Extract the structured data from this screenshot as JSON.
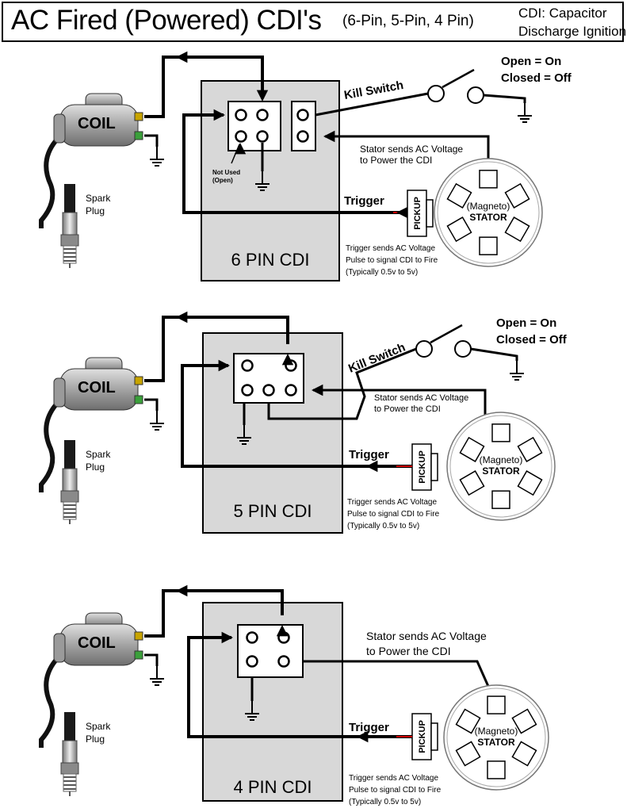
{
  "header": {
    "title": "AC Fired (Powered) CDI's",
    "pin_variants": "(6-Pin, 5-Pin, 4 Pin)",
    "abbr_line1": "CDI: Capacitor",
    "abbr_line2": "Discharge Ignition"
  },
  "labels": {
    "coil": "COIL",
    "spark_1": "Spark",
    "spark_2": "Plug",
    "kill_switch": "Kill Switch",
    "open_on": "Open = On",
    "closed_off": "Closed = Off",
    "stator_power_1": "Stator sends AC Voltage",
    "stator_power_2": "to Power the CDI",
    "trigger": "Trigger",
    "pickup": "PICKUP",
    "magneto": "(Magneto)",
    "stator": "STATOR",
    "trigger_note_1": "Trigger sends AC Voltage",
    "trigger_note_2": "Pulse to signal CDI to Fire",
    "trigger_note_3": "(Typically 0.5v to 5v)",
    "not_used_1": "Not Used",
    "not_used_2": "(Open)"
  },
  "diagrams": [
    {
      "cdi_label": "6 PIN CDI",
      "pins": 6,
      "has_kill_switch": true
    },
    {
      "cdi_label": "5 PIN CDI",
      "pins": 5,
      "has_kill_switch": true
    },
    {
      "cdi_label": "4 PIN CDI",
      "pins": 4,
      "has_kill_switch": false
    }
  ],
  "colors": {
    "wire": "#000000",
    "cdi_box": "#d8d8d8",
    "pickup_wire": "#cc0000",
    "stator_wire_accent": "#2a9d2a",
    "coil_body": "#a9a9a9"
  }
}
